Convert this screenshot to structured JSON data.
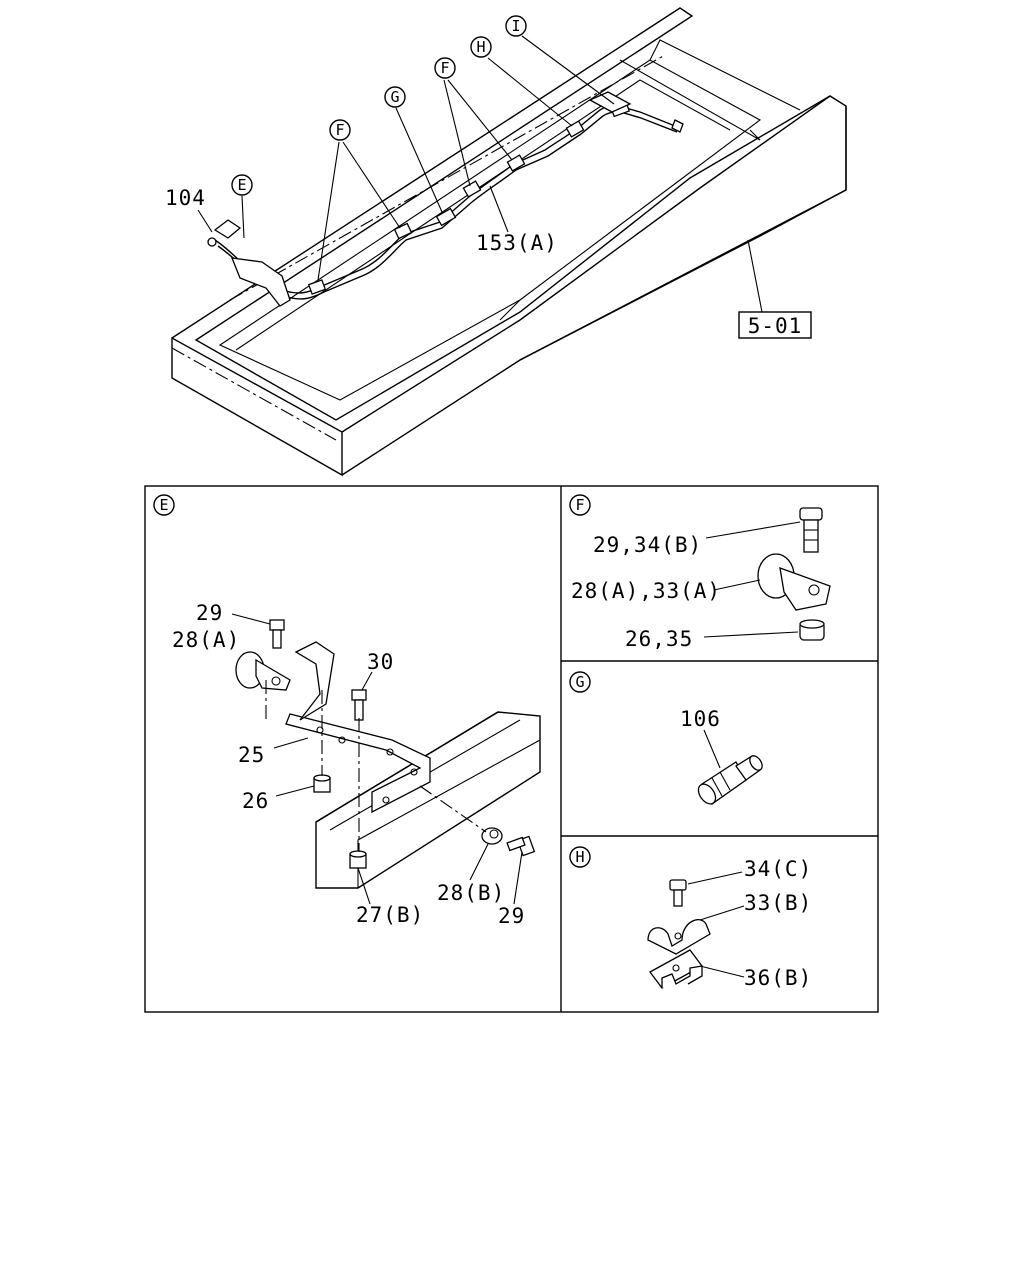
{
  "overview": {
    "circle_labels": [
      "E",
      "F",
      "G",
      "F",
      "H",
      "I"
    ],
    "part_labels": [
      "104",
      "153(A)"
    ],
    "reference": "5-01"
  },
  "detail_e": {
    "title": "E",
    "labels": [
      "29",
      "28(A)",
      "30",
      "25",
      "26",
      "28(B)",
      "29",
      "27(B)"
    ]
  },
  "detail_f": {
    "title": "F",
    "labels": [
      "29,34(B)",
      "28(A),33(A)",
      "26,35"
    ]
  },
  "detail_g": {
    "title": "G",
    "labels": [
      "106"
    ]
  },
  "detail_h": {
    "title": "H",
    "labels": [
      "34(C)",
      "33(B)",
      "36(B)"
    ]
  }
}
